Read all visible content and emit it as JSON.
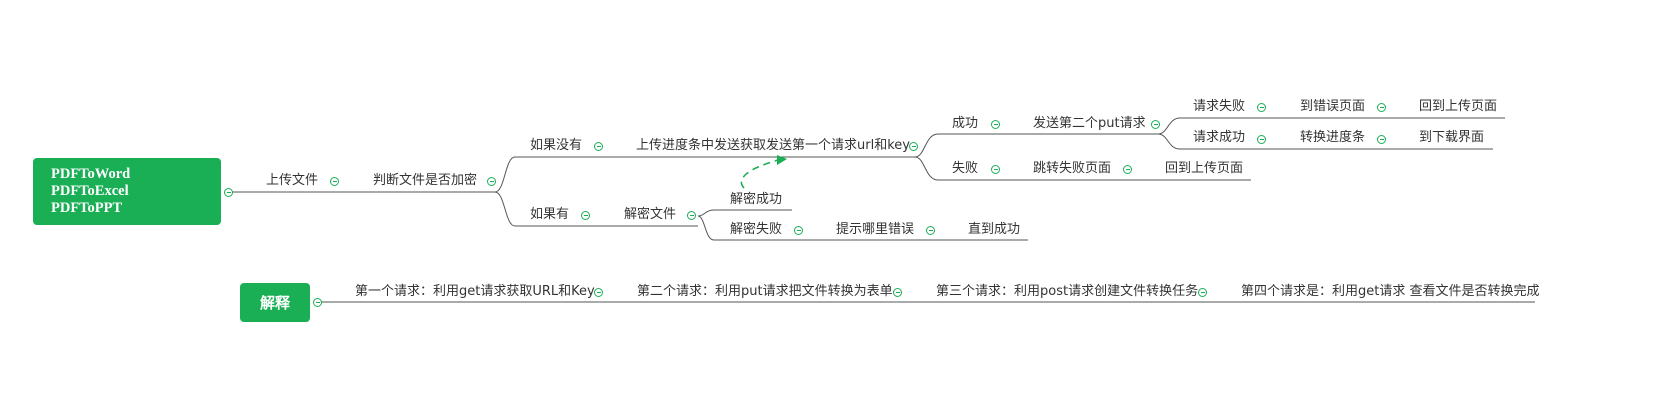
{
  "mindmap": {
    "main_root": {
      "lines": [
        "PDFToWord",
        "PDFToExcel",
        "PDFToPPT"
      ]
    },
    "nodes": {
      "upload": "上传文件",
      "check_encrypted": "判断文件是否加密",
      "if_not": "如果没有",
      "progress_send": "上传进度条中发送获取发送第一个请求url和key",
      "success": "成功",
      "send_put": "发送第二个put请求",
      "request_failed": "请求失败",
      "to_error_page": "到错误页面",
      "back_upload_1": "回到上传页面",
      "request_success": "请求成功",
      "convert_progress": "转换进度条",
      "to_download": "到下载界面",
      "fail": "失败",
      "jump_fail_page": "跳转失败页面",
      "back_upload_2": "回到上传页面",
      "if_yes": "如果有",
      "decrypt_file": "解密文件",
      "decrypt_success": "解密成功",
      "decrypt_failed": "解密失败",
      "show_error": "提示哪里错误",
      "until_success": "直到成功"
    },
    "explain_root": "解释",
    "explain_items": [
      "第一个请求：利用get请求获取URL和Key",
      "第二个请求：利用put请求把文件转换为表单",
      "第三个请求：利用post请求创建文件转换任务",
      "第四个请求是：利用get请求 查看文件是否转换完成"
    ],
    "colors": {
      "accent": "#1aaf55",
      "line": "#555555",
      "text": "#333333"
    }
  }
}
